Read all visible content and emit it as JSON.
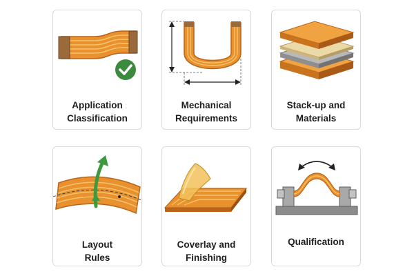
{
  "cards": [
    {
      "id": "application-classification",
      "line1": "Application",
      "line2": "Classification",
      "icon": "flex-cable-check-icon"
    },
    {
      "id": "mechanical-requirements",
      "line1": "Mechanical",
      "line2": "Requirements",
      "icon": "u-bend-dimension-icon"
    },
    {
      "id": "stack-up-materials",
      "line1": "Stack-up and",
      "line2": "Materials",
      "icon": "layer-stack-icon"
    },
    {
      "id": "layout-rules",
      "line1": "Layout",
      "line2": "Rules",
      "icon": "curved-trace-arrow-icon"
    },
    {
      "id": "coverlay-finishing",
      "line1": "Coverlay and",
      "line2": "Finishing",
      "icon": "coverlay-peel-icon"
    },
    {
      "id": "qualification",
      "line1": "Qualification",
      "line2": "",
      "icon": "flex-bend-test-icon"
    }
  ],
  "colors": {
    "copper": "#e8912e",
    "copper_dark": "#b8641a",
    "copper_trace": "#f6c36a",
    "stiffener": "#9b6a3c",
    "check_green": "#3b8a3e",
    "fixture_gray": "#8c8c8c"
  }
}
